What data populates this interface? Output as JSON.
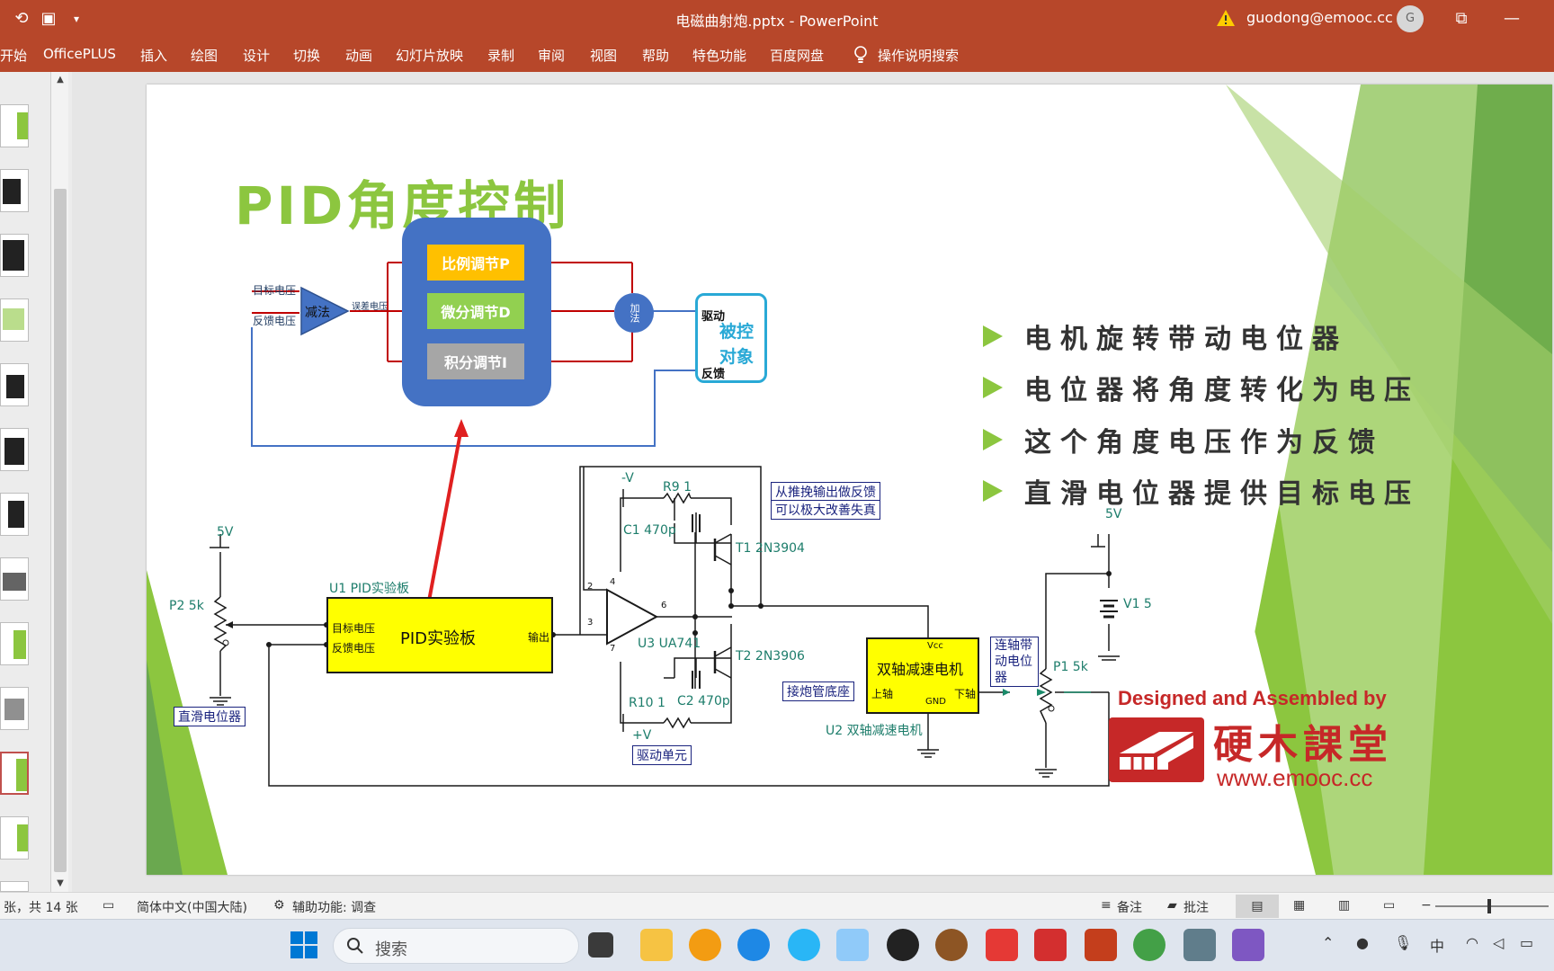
{
  "window": {
    "title": "电磁曲射炮.pptx  -  PowerPoint",
    "account_email": "guodong@emooc.cc",
    "avatar_initial": "G"
  },
  "ribbon": {
    "tabs": [
      "开始",
      "OfficePLUS",
      "插入",
      "绘图",
      "设计",
      "切换",
      "动画",
      "幻灯片放映",
      "录制",
      "审阅",
      "视图",
      "帮助",
      "特色功能",
      "百度网盘"
    ],
    "tell_me": "操作说明搜索"
  },
  "slide": {
    "title": "PID角度控制",
    "bullets": [
      "电机旋转带动电位器",
      "电位器将角度转化为电压",
      "这个角度电压作为反馈",
      "直滑电位器提供目标电压"
    ],
    "pid_diagram": {
      "input_target": "目标电压",
      "input_feedback": "反馈电压",
      "subtract": "减法",
      "error": "误差电压",
      "p_block": "比例调节P",
      "d_block": "微分调节D",
      "i_block": "积分调节I",
      "add": "加法",
      "drive": "驱动",
      "plant": "被控对象",
      "feedback": "反馈"
    },
    "circuit": {
      "v5_left": "5V",
      "p2": "P2 5k",
      "slider_pot": "直滑电位器",
      "u1": "U1 PID实验板",
      "u1_target": "目标电压",
      "u1_feedback": "反馈电压",
      "u1_body": "PID实验板",
      "u1_output": "输出",
      "neg_v": "-V",
      "pos_v": "+V",
      "r9": "R9 1",
      "c1": "C1 470p",
      "t1": "T1 2N3904",
      "t2": "T2 2N3906",
      "u3": "U3 UA741",
      "r10": "R10 1",
      "c2": "C2 470p",
      "drive_unit": "驱动单元",
      "note1": "从推挽输出做反馈",
      "note2": "可以极大改善失真",
      "motor": "双轴减速电机",
      "motor_vcc": "Vcc",
      "motor_gnd": "GND",
      "motor_up": "上轴",
      "motor_down": "下轴",
      "u2": "U2 双轴减速电机",
      "mount": "接炮管底座",
      "link": "连轴带动电位器",
      "v5_right": "5V",
      "v1": "V1 5",
      "p1": "P1 5k",
      "pin2": "2",
      "pin3": "3",
      "pin4": "4",
      "pin6": "6",
      "pin7": "7"
    },
    "brand_top": "Designed and Assembled by",
    "brand_cn": "硬木課堂",
    "brand_url": "www.emooc.cc"
  },
  "statusbar": {
    "slide_count": "张，共 14 张",
    "language": "简体中文(中国大陆)",
    "accessibility": "辅助功能: 调查",
    "notes": "备注",
    "comments": "批注"
  },
  "taskbar": {
    "search": "搜索",
    "ime": "中"
  },
  "colors": {
    "ppt_red": "#b7472a",
    "accent_green": "#8cc63f",
    "diagram_blue": "#4472c4",
    "p_yellow": "#ffc000",
    "d_green": "#92d050",
    "i_gray": "#a6a6a6"
  }
}
